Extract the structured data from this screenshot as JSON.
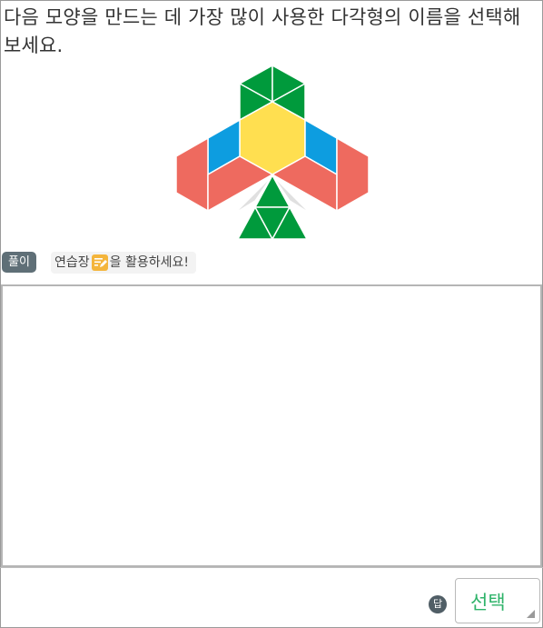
{
  "question": {
    "text": "다음 모양을 만드는 데 가장 많이 사용한 다각형의 이름을 선택해 보세요."
  },
  "solution": {
    "badge_label": "풀이",
    "tip_prefix": "연습장",
    "tip_suffix": "을 활용하세요!",
    "tip_icon": "notepad-pencil-icon"
  },
  "answer": {
    "badge_label": "답",
    "select_label": "선택"
  },
  "colors": {
    "triangle_green": "#009a3c",
    "hexagon_yellow": "#ffdf50",
    "rhombus_blue": "#0d9de0",
    "trapezoid_red": "#ee6a5f",
    "thin_rhombus_gray": "#e0e0e0",
    "select_green": "#2fb36a",
    "badge_gray": "#5f6f77"
  }
}
